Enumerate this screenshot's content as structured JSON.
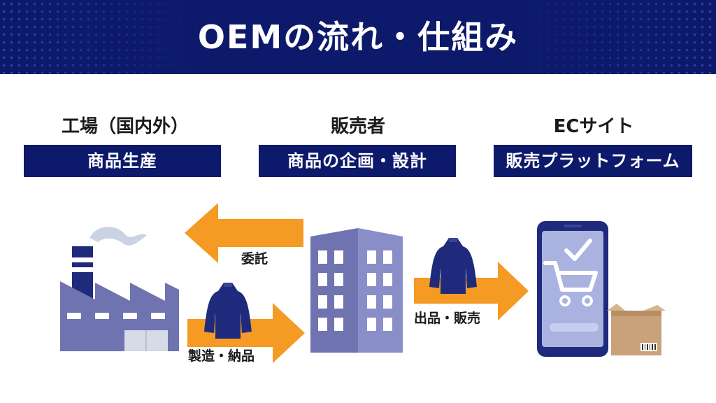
{
  "title": "OEMの流れ・仕組み",
  "columns": [
    {
      "heading": "工場（国内外）",
      "role": "商品生産"
    },
    {
      "heading": "販売者",
      "role": "商品の企画・設計"
    },
    {
      "heading": "ECサイト",
      "role": "販売プラットフォーム"
    }
  ],
  "flows": {
    "commission": "委託",
    "manufacture": "製造・納品",
    "listing": "出品・販売"
  },
  "colors": {
    "navy": "#0d1a6b",
    "orange": "#f59a23",
    "building": "#6f73b0",
    "sweater": "#1f2a7c",
    "cardboard": "#c9a27a"
  }
}
